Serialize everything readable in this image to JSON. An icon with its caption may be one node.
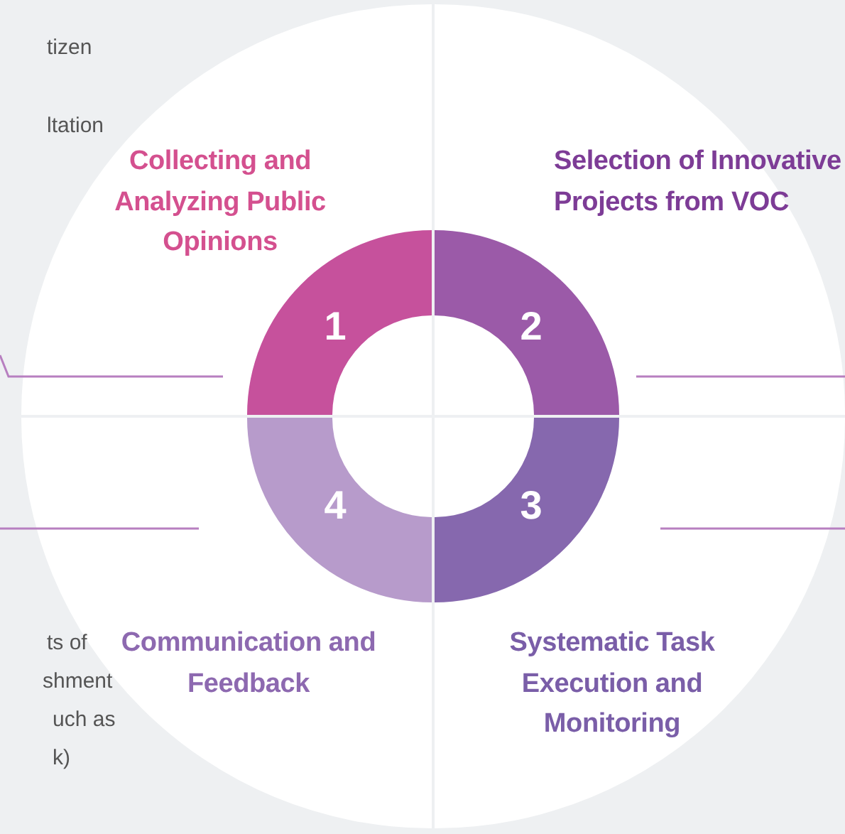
{
  "diagram": {
    "nodes": [
      {
        "text": [
          "Collecting and Analyzing Public Opinions"
        ]
      },
      {
        "text": [
          "1"
        ],
        "in": 0
      },
      {
        "text": [
          "Selection of Innovative Projects from VOC"
        ]
      },
      {
        "text": [
          "2"
        ],
        "in": 2
      },
      {
        "text": [
          "Systematic Task Execution and Monitoring"
        ]
      },
      {
        "text": [
          "3"
        ],
        "in": 4
      },
      {
        "text": [
          "Communication and Feedback"
        ]
      },
      {
        "text": [
          "4"
        ],
        "in": 6
      }
    ],
    "labels": [
      "tizen",
      "ltation",
      "ts of",
      "shment",
      "uch as",
      "k)"
    ]
  }
}
